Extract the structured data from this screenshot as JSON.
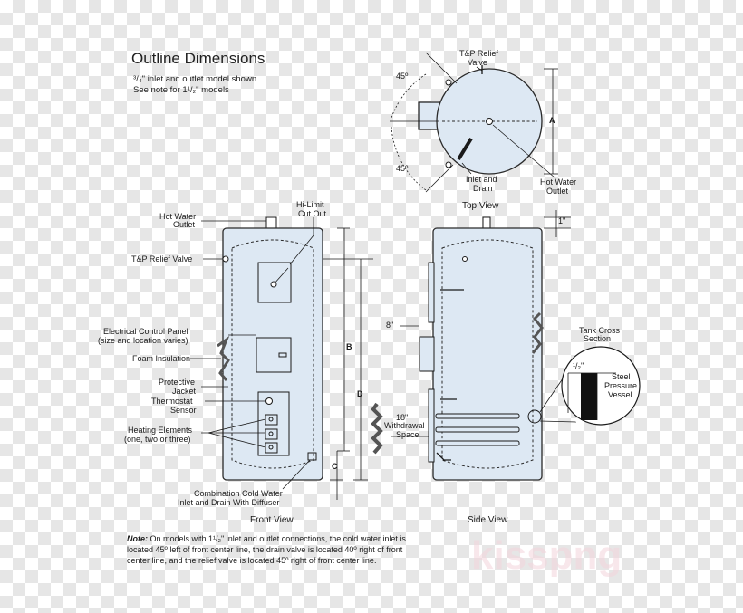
{
  "title": "Outline Dimensions",
  "subtitle_line1": "³/₄\" inlet and outlet model shown.",
  "subtitle_line2": "See note for 1¹/₂\" models",
  "labels": {
    "hot_water_outlet_front_1": "Hot Water",
    "hot_water_outlet_front_2": "Outlet",
    "hi_limit_1": "Hi-Limit",
    "hi_limit_2": "Cut Out",
    "tp_relief_front": "T&P Relief Valve",
    "ecp_1": "Electrical Control Panel",
    "ecp_2": "(size and location varies)",
    "foam": "Foam Insulation",
    "jacket_1": "Protective",
    "jacket_2": "Jacket",
    "thermostat_1": "Thermostat",
    "thermostat_2": "Sensor",
    "heating_1": "Heating Elements",
    "heating_2": "(one, two or three)",
    "cold_water_1": "Combination Cold Water",
    "cold_water_2": "Inlet and Drain With Diffuser",
    "withdrawal_1": "18\"",
    "withdrawal_2": "Withdrawal",
    "withdrawal_3": "Space",
    "eight_in": "8\"",
    "one_in": "1\"",
    "tank_cross_1": "Tank Cross",
    "tank_cross_2": "Section",
    "half_in": "¹/₂\"",
    "steel_1": "Steel",
    "steel_2": "Pressure",
    "steel_3": "Vessel",
    "tp_relief_top_1": "T&P Relief",
    "tp_relief_top_2": "Valve",
    "angle_top": "45º",
    "angle_bottom": "45º",
    "inlet_drain_1": "Inlet and",
    "inlet_drain_2": "Drain",
    "hot_water_top_1": "Hot Water",
    "hot_water_top_2": "Outlet",
    "dim_a": "A",
    "dim_b": "B",
    "dim_c": "C",
    "dim_d": "D"
  },
  "views": {
    "top": "Top View",
    "front": "Front View",
    "side": "Side View"
  },
  "note": {
    "prefix": "Note:",
    "line1": " On models with 1¹/₂\" inlet and outlet connections, the cold water inlet is",
    "line2": "located 45º left of front center line, the drain valve is located 40º right of front",
    "line3": "center line, and the relief valve is located 45º right of front center line."
  },
  "watermark": "kisspng"
}
